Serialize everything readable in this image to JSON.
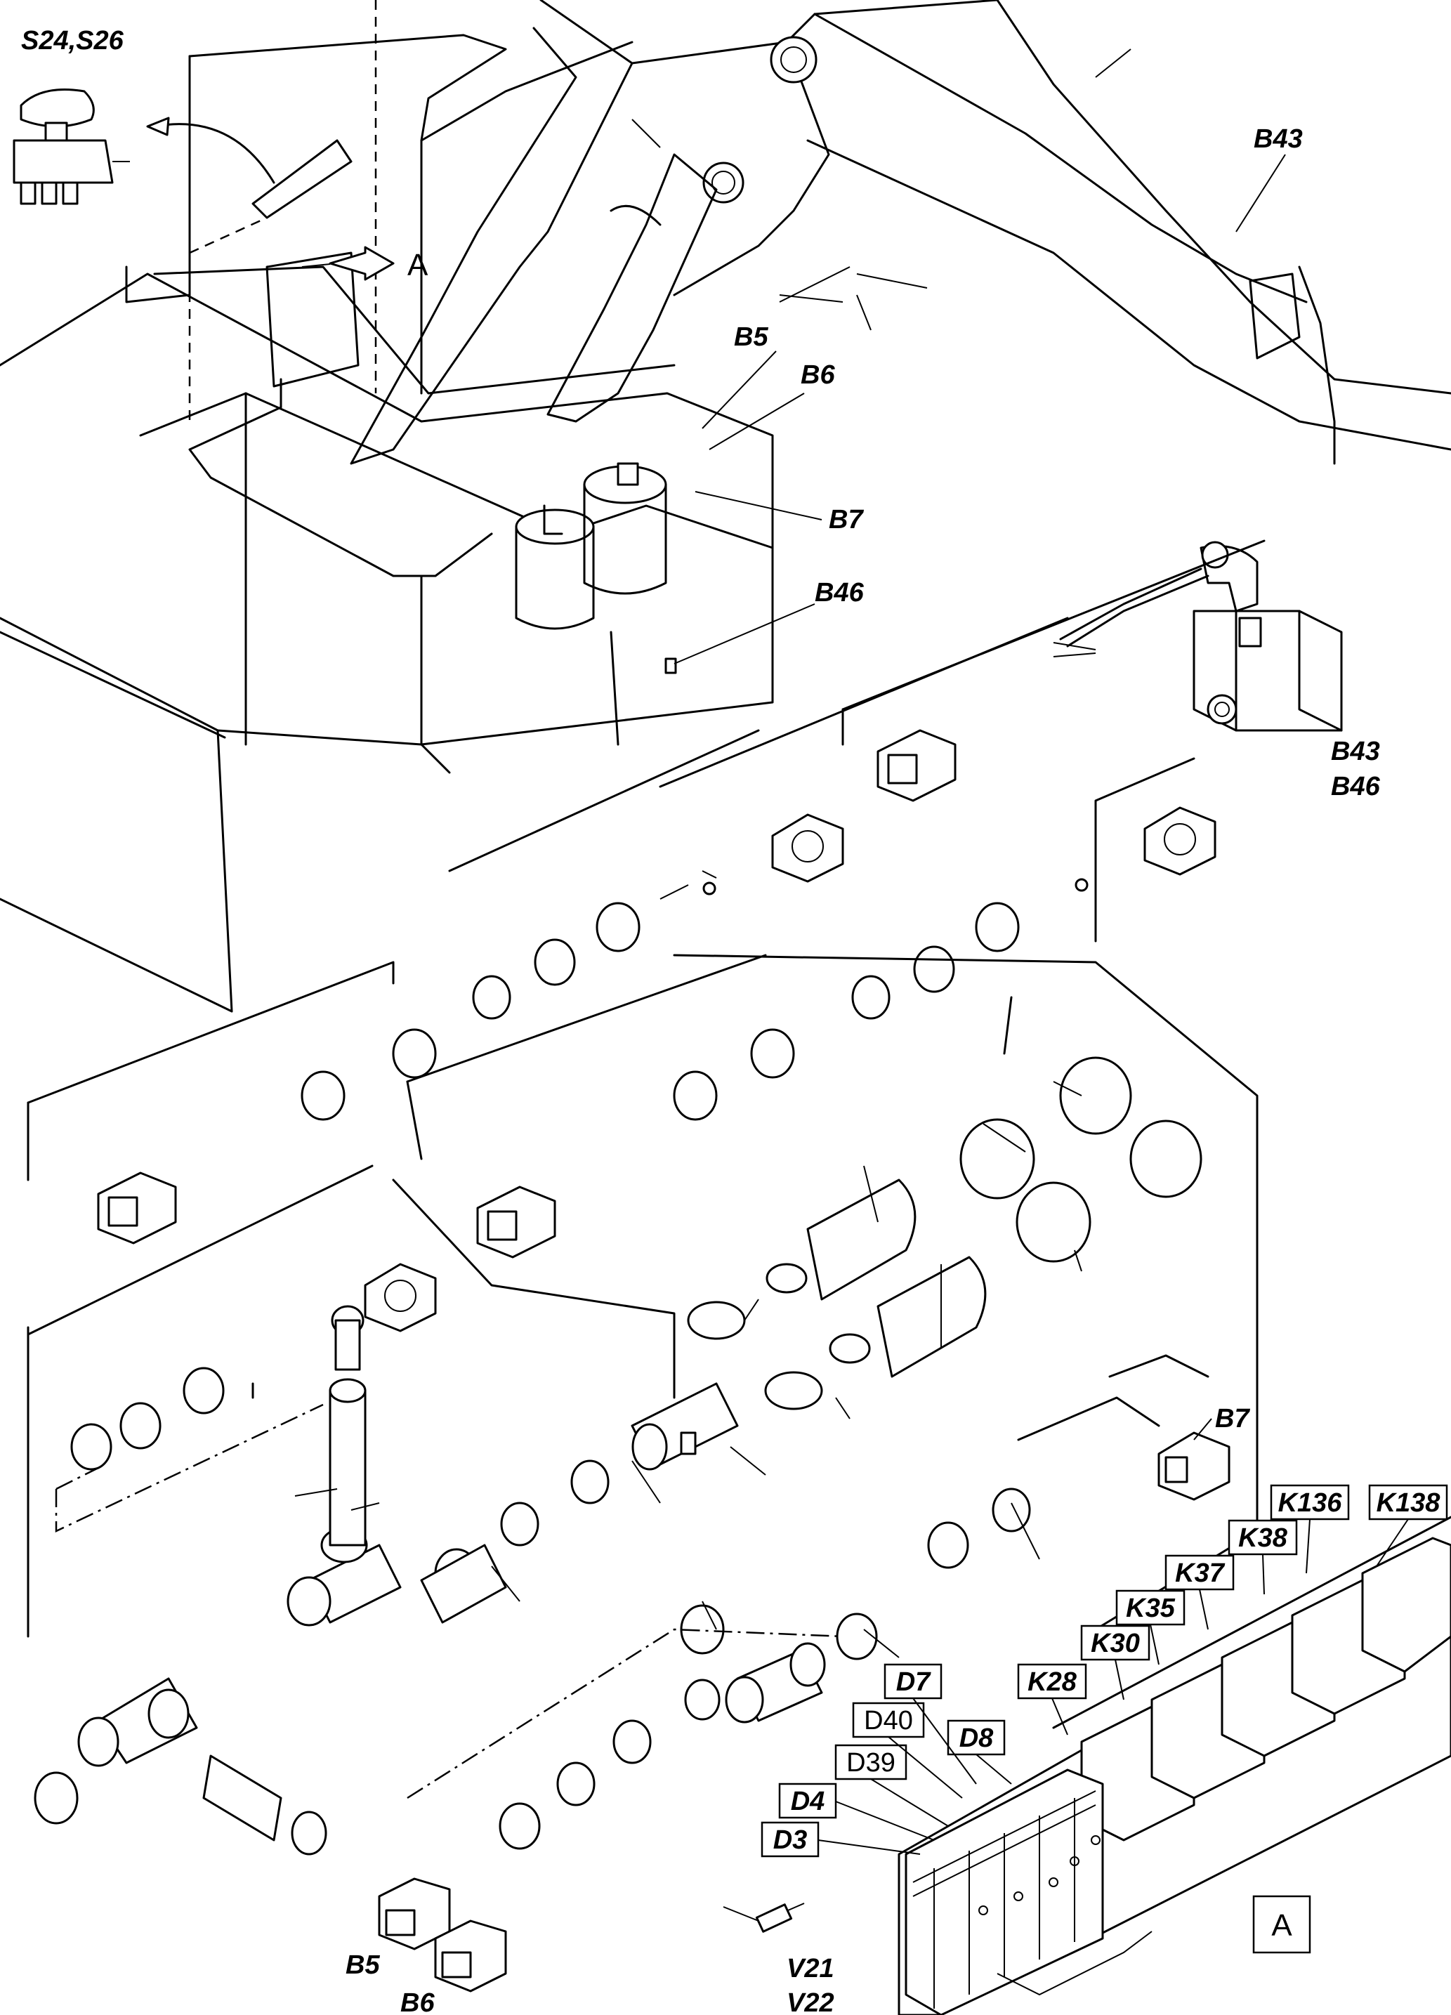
{
  "labels": {
    "s24_s26": "S24,S26",
    "b43_top": "B43",
    "a_arrow": "A",
    "b5_top": "B5",
    "b6_top": "B6",
    "b7_top": "B7",
    "b46_top": "B46",
    "b43_sensor": "B43",
    "b46_sensor": "B46",
    "b7_connector": "B7",
    "b5_bottom": "B5",
    "b6_bottom": "B6",
    "v21": "V21",
    "v22": "V22",
    "view_a": "A"
  },
  "relay_labels": {
    "k136": "K136",
    "k138": "K138",
    "k38": "K38",
    "k37": "K37",
    "k35": "K35",
    "k30": "K30",
    "k28": "K28"
  },
  "module_labels": {
    "d7": "D7",
    "d40": "D40",
    "d8": "D8",
    "d39": "D39",
    "d4": "D4",
    "d3": "D3"
  }
}
